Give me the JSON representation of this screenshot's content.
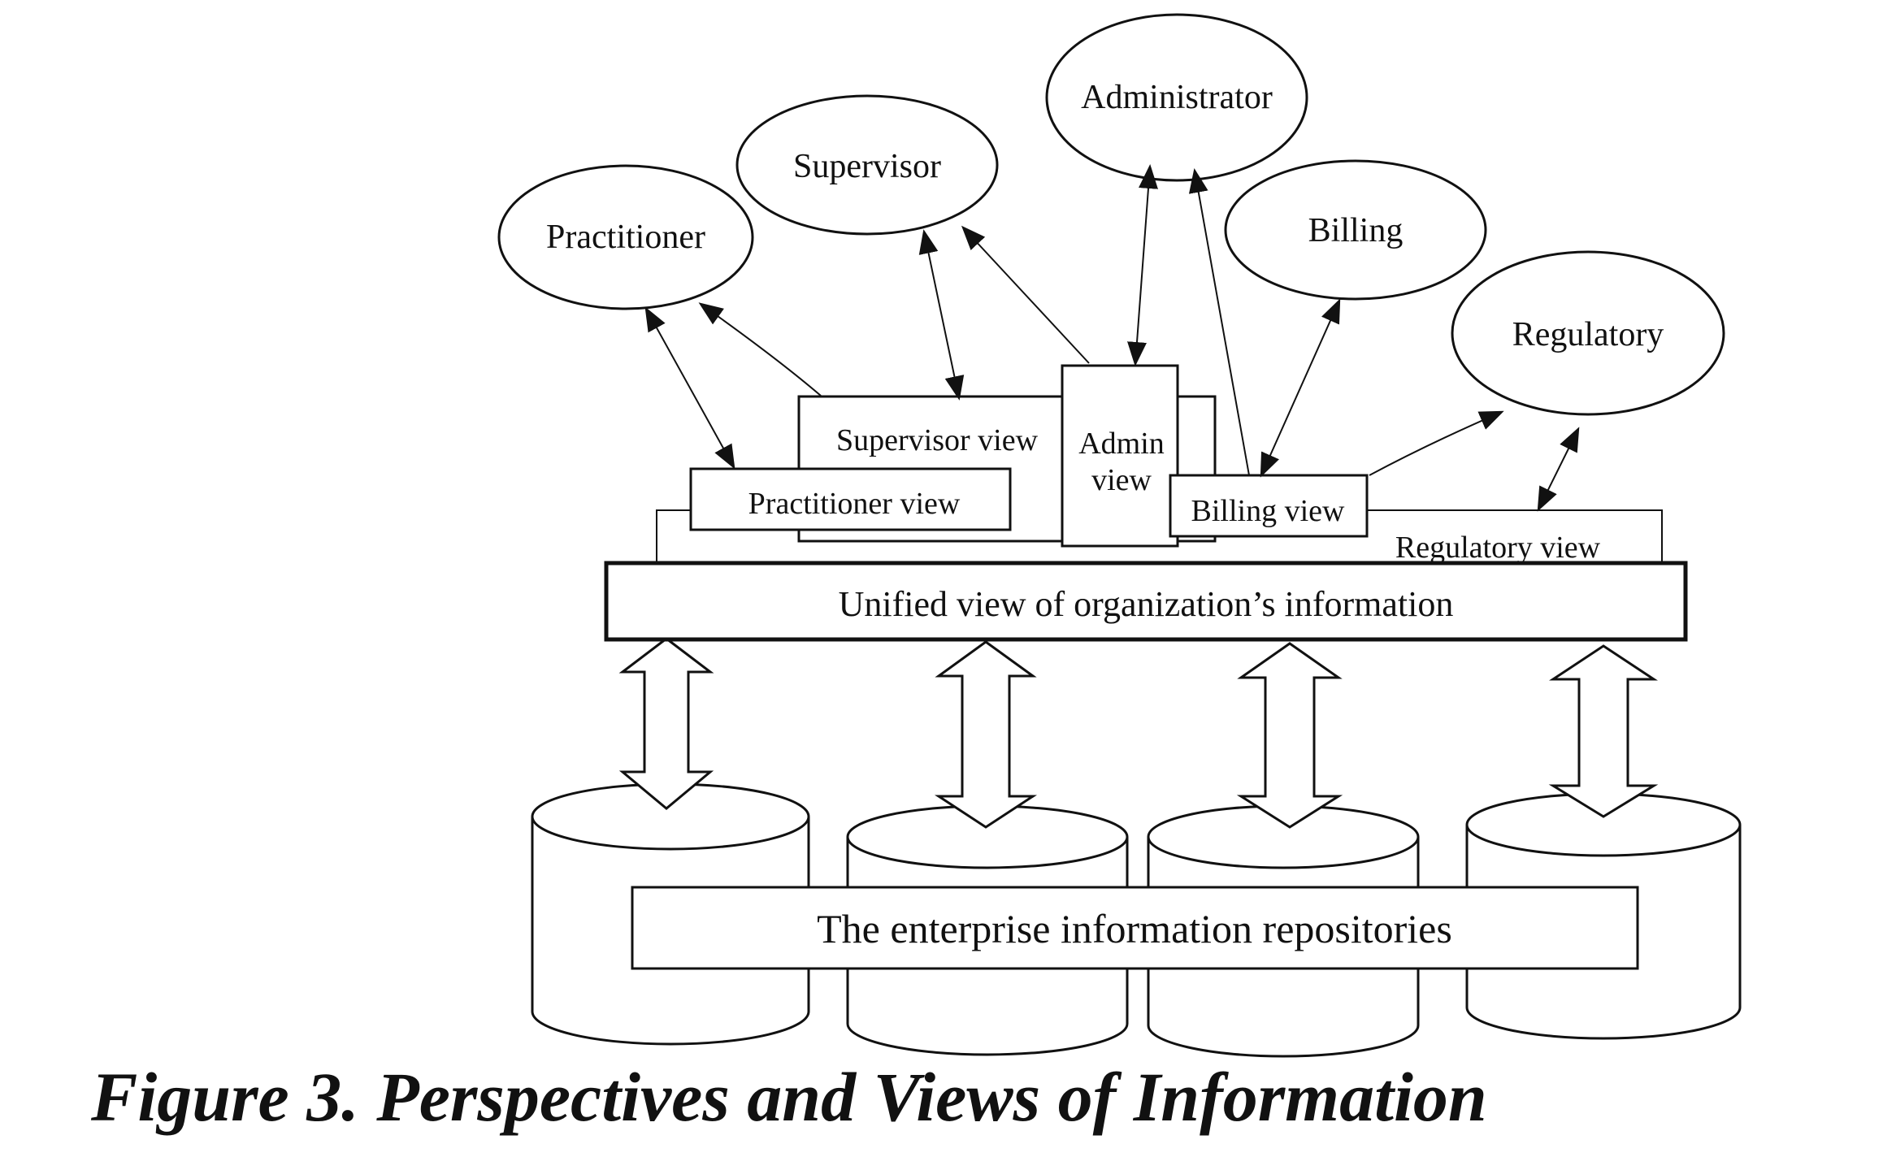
{
  "perspectives": {
    "practitioner": "Practitioner",
    "supervisor": "Supervisor",
    "administrator": "Administrator",
    "billing": "Billing",
    "regulatory": "Regulatory"
  },
  "views": {
    "supervisor_view": "Supervisor view",
    "admin_view_line1": "Admin",
    "admin_view_line2": "view",
    "practitioner_view": "Practitioner view",
    "billing_view": "Billing view",
    "regulatory_view": "Regulatory view"
  },
  "unified_view": "Unified view of organization’s  information",
  "repositories": "The enterprise information repositories",
  "caption": "Figure 3.  Perspectives and Views of Information"
}
